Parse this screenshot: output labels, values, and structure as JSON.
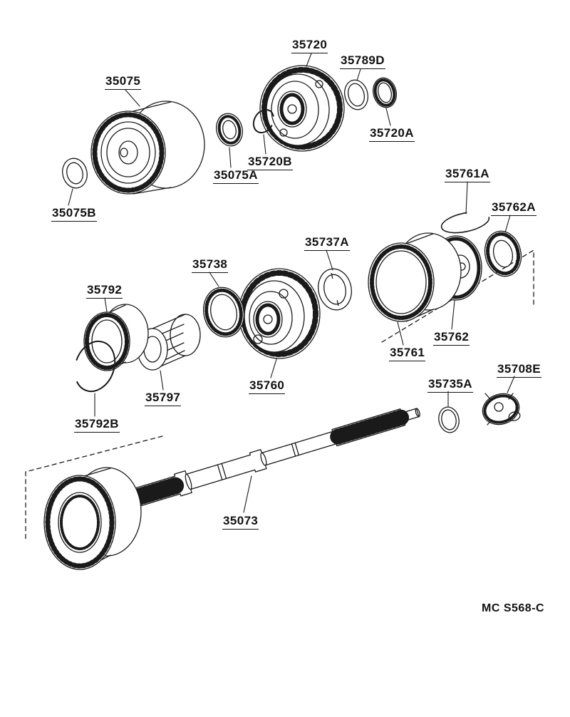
{
  "colors": {
    "ink": "#1a1a1a",
    "background": "#ffffff"
  },
  "footer": {
    "code": "MC S568-C"
  },
  "labels": [
    {
      "text": "35720"
    },
    {
      "text": "35789D"
    },
    {
      "text": "35075"
    },
    {
      "text": "35720A"
    },
    {
      "text": "35720B"
    },
    {
      "text": "35075A"
    },
    {
      "text": "35075B"
    },
    {
      "text": "35761A"
    },
    {
      "text": "35762A"
    },
    {
      "text": "35737A"
    },
    {
      "text": "35738"
    },
    {
      "text": "35792"
    },
    {
      "text": "35761"
    },
    {
      "text": "35762"
    },
    {
      "text": "35760"
    },
    {
      "text": "35797"
    },
    {
      "text": "35792B"
    },
    {
      "text": "35735A"
    },
    {
      "text": "35708E"
    },
    {
      "text": "35073"
    }
  ]
}
